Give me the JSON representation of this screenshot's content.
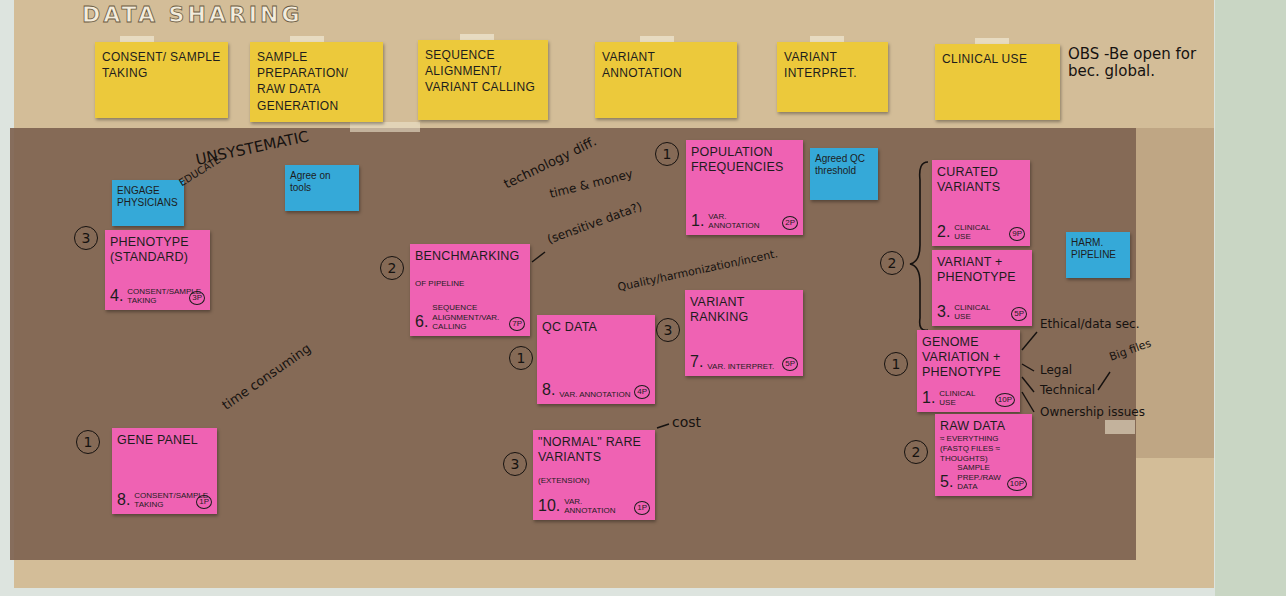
{
  "diagram": {
    "title": "DATA SHARING",
    "nodes": [
      {
        "text": [
          "CONSENT/ SAMPLE TAKING"
        ]
      },
      {
        "text": [
          "SAMPLE PREPARATION/ RAW DATA GENERATION"
        ]
      },
      {
        "text": [
          "SEQUENCE ALIGNMENT/ VARIANT CALLING"
        ]
      },
      {
        "text": [
          "VARIANT ANNOTATION"
        ]
      },
      {
        "text": [
          "VARIANT INTERPRET."
        ]
      },
      {
        "text": [
          "CLINICAL USE"
        ]
      },
      {
        "text": [
          "ENGAGE PHYSICIANS"
        ]
      },
      {
        "text": [
          "Agree on tools"
        ]
      },
      {
        "text": [
          "POPULATION FREQUENCIES",
          "1.",
          "VAR. ANNOTATION",
          "2P"
        ]
      },
      {
        "text": [
          "Agreed QC threshold"
        ]
      },
      {
        "text": [
          "CURATED VARIANTS",
          "2.",
          "CLINICAL USE",
          "9P"
        ]
      },
      {
        "text": [
          "PHENOTYPE (STANDARD)",
          "4.",
          "CONSENT/SAMPLE TAKING",
          "3P"
        ]
      },
      {
        "text": [
          "HARM. PIPELINE"
        ]
      },
      {
        "text": [
          "BENCHMARKING",
          "OF PIPELINE",
          "6.",
          "SEQUENCE ALIGNMENT/VAR. CALLING",
          "7P"
        ]
      },
      {
        "text": [
          "VARIANT + PHENOTYPE",
          "3.",
          "CLINICAL USE",
          "5P"
        ]
      },
      {
        "text": [
          "VARIANT RANKING",
          "7.",
          "VAR. INTERPRET.",
          "5P"
        ]
      },
      {
        "text": [
          "QC DATA",
          "8.",
          "VAR. ANNOTATION",
          "4P"
        ]
      },
      {
        "text": [
          "GENOME VARIATION + PHENOTYPE",
          "1.",
          "CLINICAL USE",
          "10P"
        ]
      },
      {
        "text": [
          "RAW DATA",
          "≈ EVERYTHING",
          "(FASTQ FILES ≈ THOUGHTS)",
          "5.",
          "SAMPLE PREP./RAW DATA",
          "10P"
        ]
      },
      {
        "text": [
          "GENE PANEL",
          "8.",
          "CONSENT/SAMPLE TAKING",
          "1P"
        ]
      },
      {
        "text": [
          "\"NORMAL\" RARE VARIANTS",
          "(EXTENSION)",
          "10.",
          "VAR. ANNOTATION",
          "1P"
        ]
      }
    ],
    "labels": [
      "OBS -Be open for bec. global.",
      "EDUCATE",
      "UNSYSTEMATIC",
      "3",
      "1",
      "time consuming",
      "technology diff.",
      "time & money",
      "(sensitive data?)",
      "2",
      "Quality/harmonization/incent.",
      "1",
      "1",
      "3",
      "3",
      "cost",
      "2",
      "Ethical/data sec.",
      "1",
      "Legal",
      "Technical",
      "Big files",
      "Ownership issues",
      "2"
    ]
  }
}
